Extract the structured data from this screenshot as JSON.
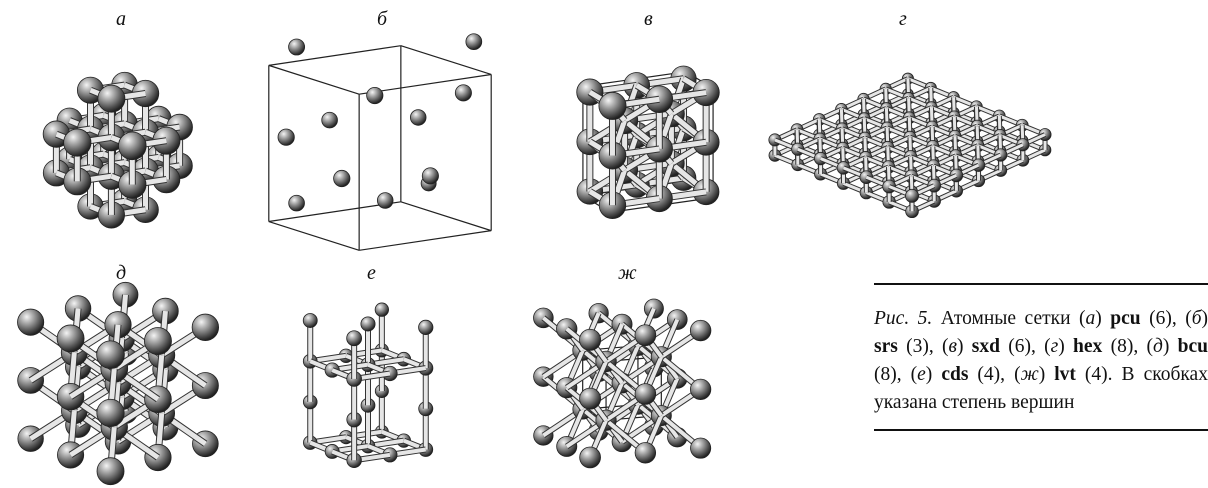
{
  "figure": {
    "panels": [
      {
        "label": "а",
        "net": "pcu"
      },
      {
        "label": "б",
        "net": "srs"
      },
      {
        "label": "в",
        "net": "sxd"
      },
      {
        "label": "г",
        "net": "hex"
      },
      {
        "label": "д",
        "net": "bcu"
      },
      {
        "label": "е",
        "net": "cds"
      },
      {
        "label": "ж",
        "net": "lvt"
      }
    ]
  },
  "caption": {
    "prefix": "Рис. 5.",
    "intro": "Атомные сетки",
    "entries": [
      {
        "letter": "а",
        "net": "pcu",
        "degree": "(6)"
      },
      {
        "letter": "б",
        "net": "srs",
        "degree": "(3)"
      },
      {
        "letter": "в",
        "net": "sxd",
        "degree": "(6)"
      },
      {
        "letter": "г",
        "net": "hex",
        "degree": "(8)"
      },
      {
        "letter": "д",
        "net": "bcu",
        "degree": "(8)"
      },
      {
        "letter": "е",
        "net": "cds",
        "degree": "(4)"
      },
      {
        "letter": "ж",
        "net": "lvt",
        "degree": "(4)"
      }
    ],
    "tail": "В скобках указана степень вершин"
  }
}
